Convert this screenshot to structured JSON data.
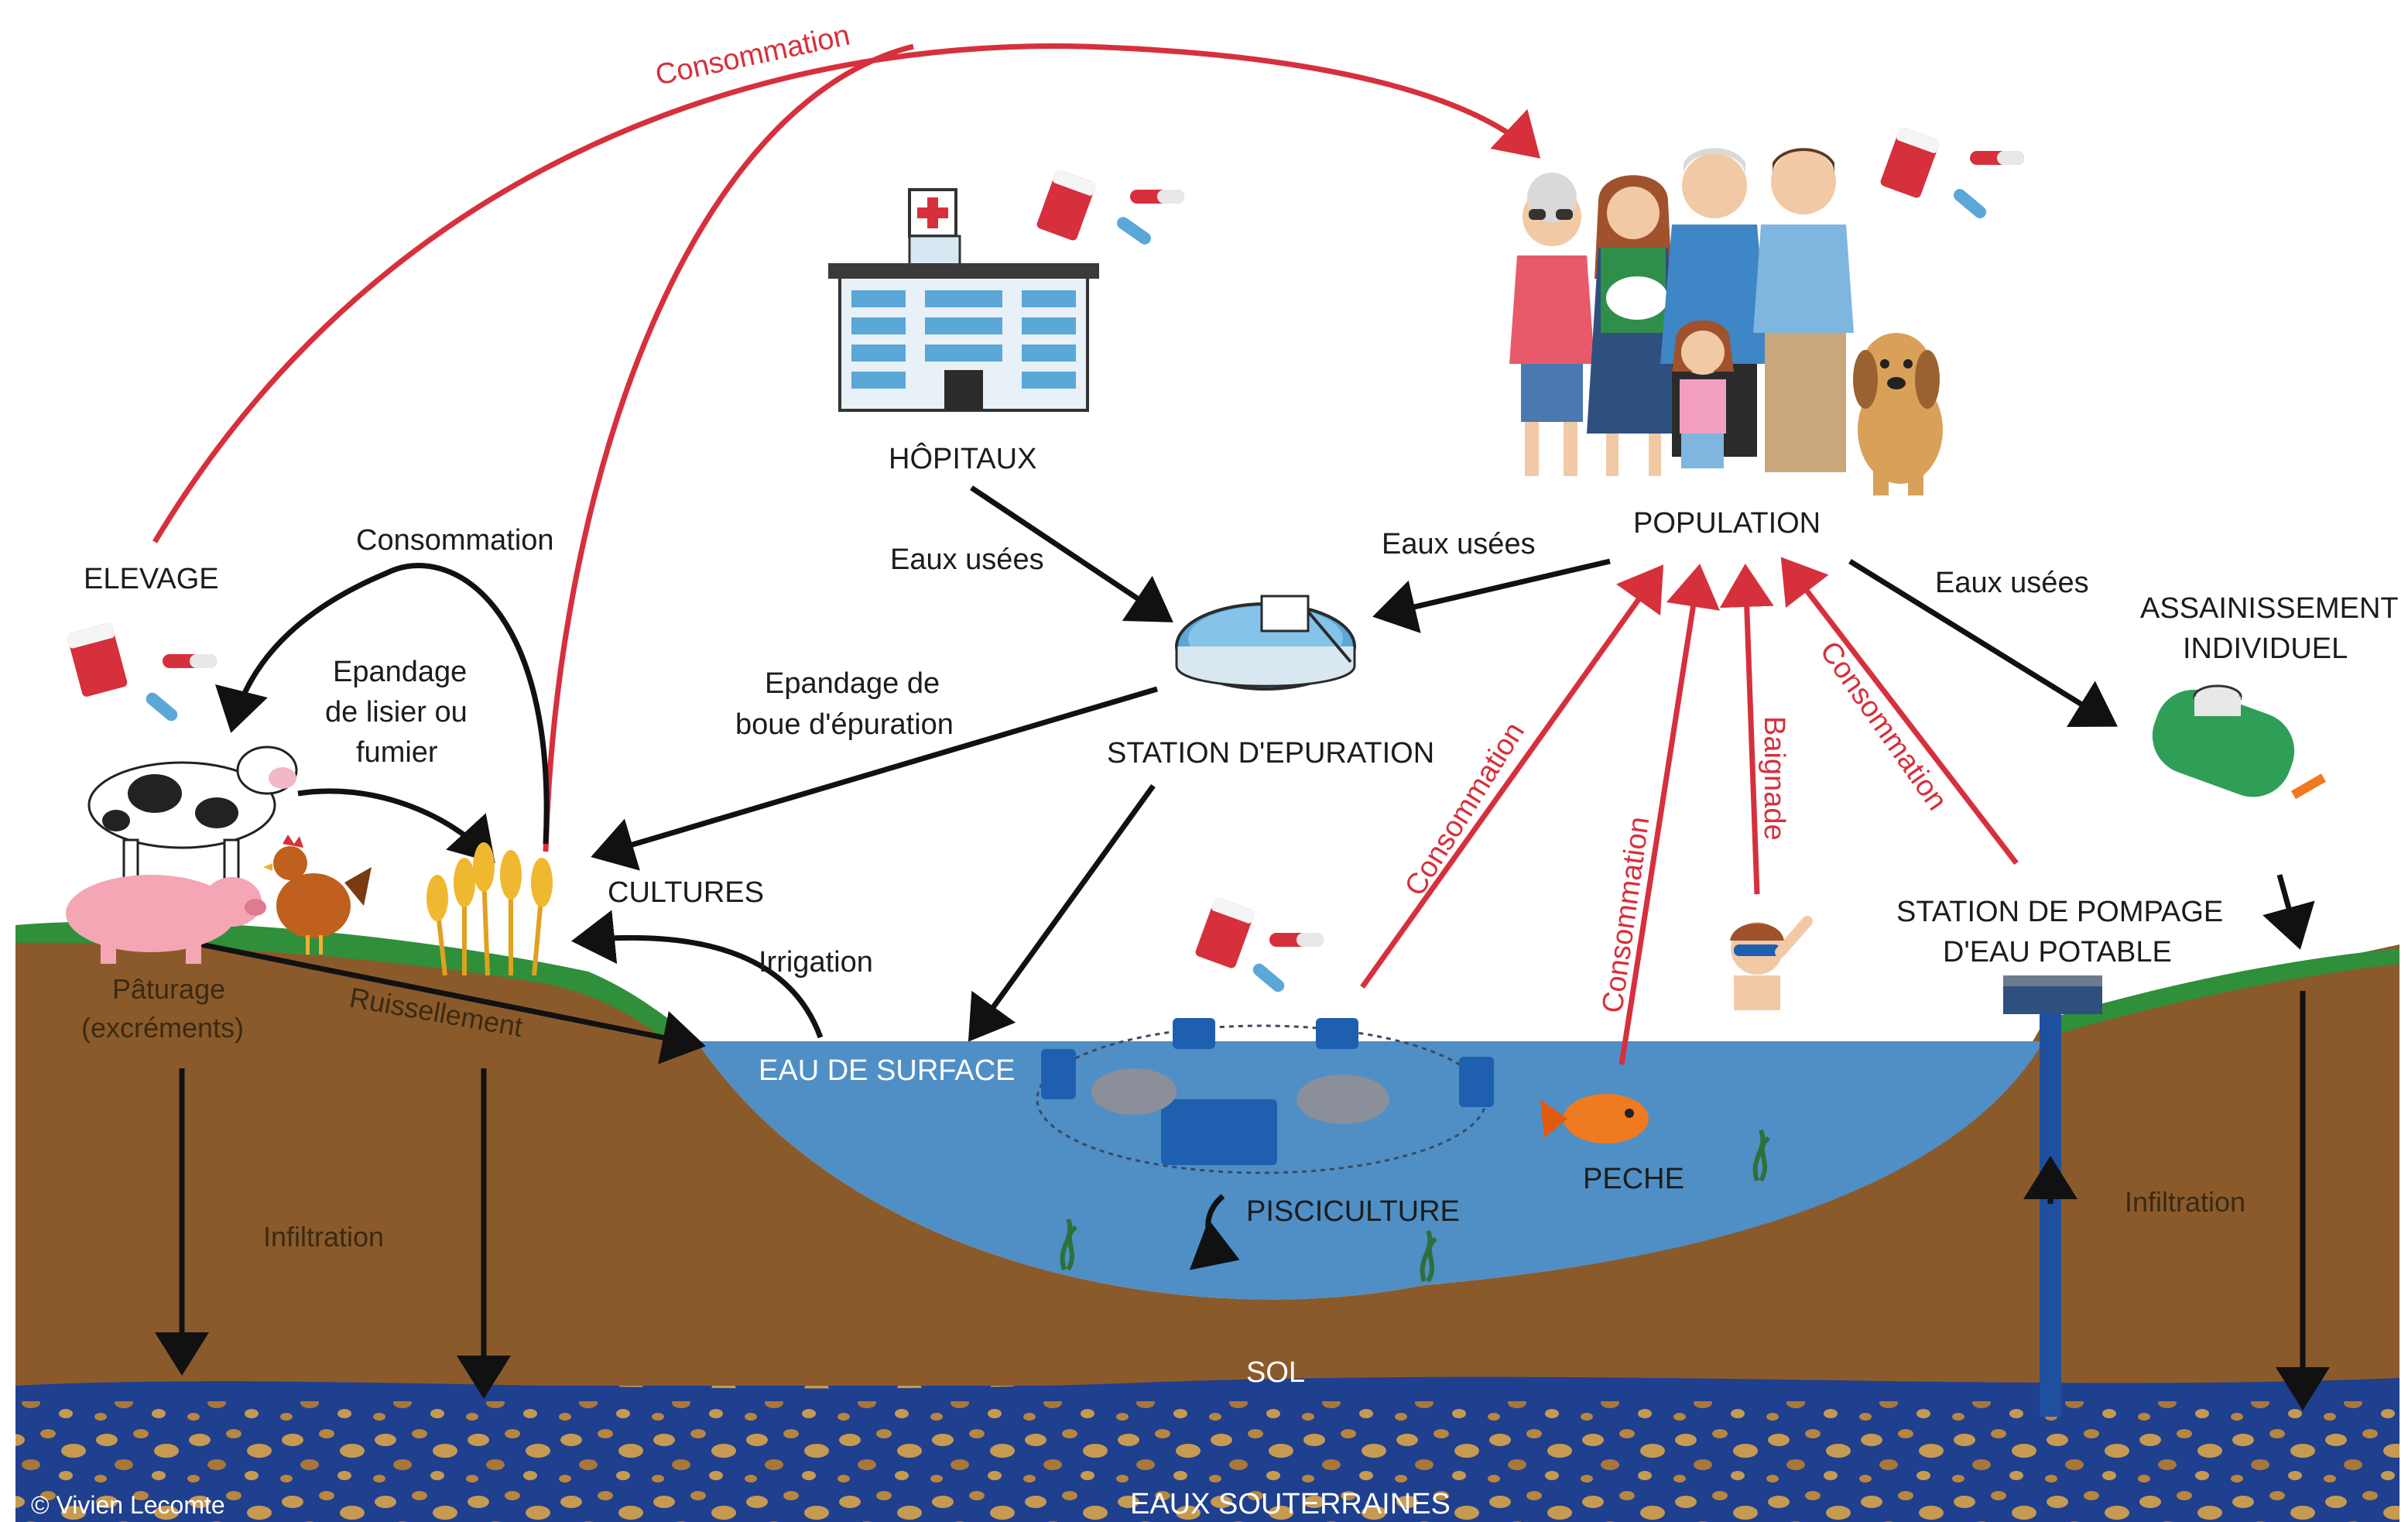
{
  "labels": {
    "consommation_top": "Consommation",
    "hopitaux": "HÔPITAUX",
    "population": "POPULATION",
    "elevage": "ELEVAGE",
    "consommation_left": "Consommation",
    "eaux_usees_hopitaux": "Eaux usées",
    "eaux_usees_population": "Eaux usées",
    "eaux_usees_right": "Eaux usées",
    "assainissement_line1": "ASSAINISSEMENT",
    "assainissement_line2": "INDIVIDUEL",
    "epandage_lisier_line1": "Epandage",
    "epandage_lisier_line2": "de lisier ou",
    "epandage_lisier_line3": "fumier",
    "epandage_boue_line1": "Epandage de",
    "epandage_boue_line2": "boue d'épuration",
    "station_epuration": "STATION D'EPURATION",
    "cultures": "CULTURES",
    "irrigation": "Irrigation",
    "paturage_line1": "Pâturage",
    "paturage_line2": "(excréments)",
    "ruissellement": "Ruissellement",
    "eau_de_surface": "EAU DE SURFACE",
    "pisciculture": "PISCICULTURE",
    "peche": "PECHE",
    "consommation_fish_farm": "Consommation",
    "consommation_peche": "Consommation",
    "baignade": "Baignade",
    "consommation_pompage": "Consommation",
    "station_pompage_line1": "STATION DE POMPAGE",
    "station_pompage_line2": "D'EAU POTABLE",
    "infiltration_left": "Infiltration",
    "infiltration_right": "Infiltration",
    "sol": "SOL",
    "eaux_souterraines": "EAUX SOUTERRAINES",
    "credit": "© Vivien Lecomte"
  },
  "colors": {
    "red_flow": "#d6303c",
    "black_flow": "#111111",
    "soil": "#8b5a2b",
    "water": "#4f8fc6",
    "groundwater": "#1f3f8f",
    "grass": "#2f8f3a"
  },
  "icons": [
    "hospital-icon",
    "medicine-pills-icon",
    "family-icon",
    "dog-icon",
    "cow-icon",
    "pig-icon",
    "chicken-icon",
    "wheat-icon",
    "treatment-plant-icon",
    "septic-tank-icon",
    "fish-icon",
    "swimmer-icon",
    "water-pump-icon",
    "fish-farm-cage-icon",
    "seaweed-icon"
  ]
}
